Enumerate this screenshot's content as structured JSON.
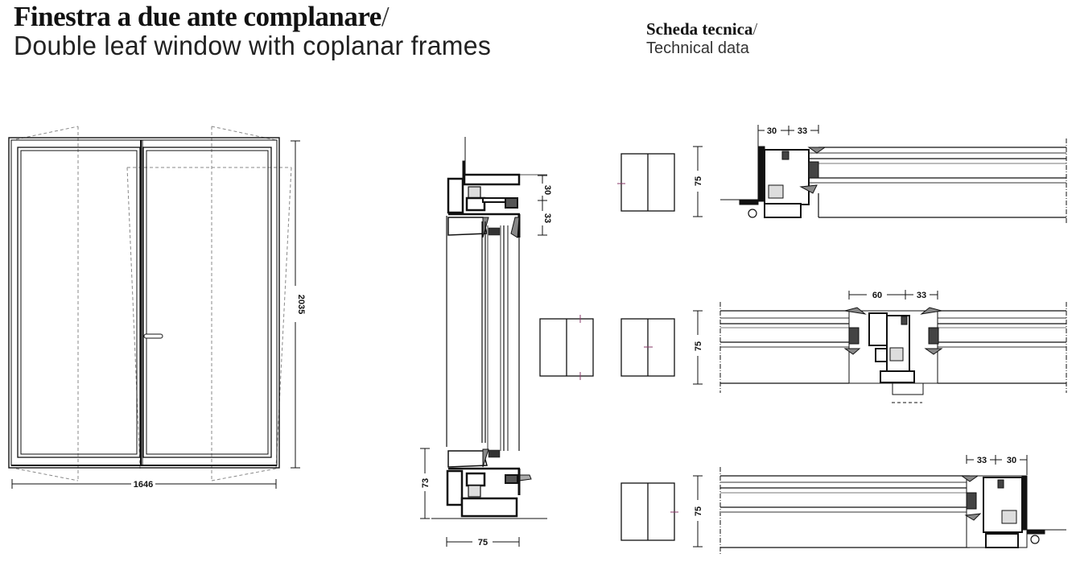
{
  "header": {
    "title_it": "Finestra a due ante complanare",
    "title_slash": "/",
    "title_en": "Double leaf window with coplanar frames",
    "section_it": "Scheda tecnica",
    "section_slash": "/",
    "section_en": "Technical data"
  },
  "elevation": {
    "width_mm": "1646",
    "height_mm": "2035"
  },
  "vertical_section": {
    "top_dims": [
      "30",
      "33"
    ],
    "bottom_height": "73",
    "depth": "75"
  },
  "horizontal_sections": {
    "jamb_left": {
      "dims": [
        "30",
        "33"
      ],
      "depth": "75"
    },
    "meeting_stile": {
      "dims": [
        "60",
        "33"
      ],
      "depth": "75"
    },
    "jamb_right": {
      "dims": [
        "33",
        "30"
      ],
      "depth": "75"
    }
  },
  "key_icons": {
    "marker_color": "#8a3a6a"
  }
}
